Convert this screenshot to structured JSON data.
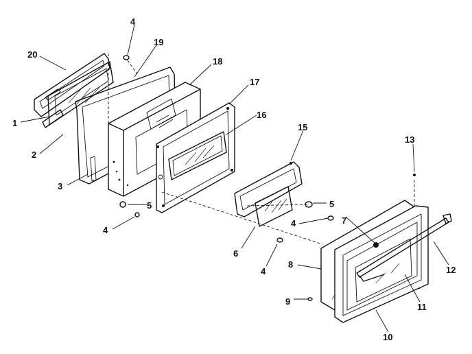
{
  "diagram": {
    "callouts": {
      "c20": "20",
      "c19": "19",
      "c18": "18",
      "c17": "17",
      "c16": "16",
      "c15": "15",
      "c13": "13",
      "c12": "12",
      "c11": "11",
      "c10": "10",
      "c9": "9",
      "c8": "8",
      "c7": "7",
      "c6": "6",
      "c5a": "5",
      "c5b": "5",
      "c4a": "4",
      "c4b": "4",
      "c4c": "4",
      "c4d": "4",
      "c3": "3",
      "c2": "2",
      "c1": "1"
    }
  }
}
